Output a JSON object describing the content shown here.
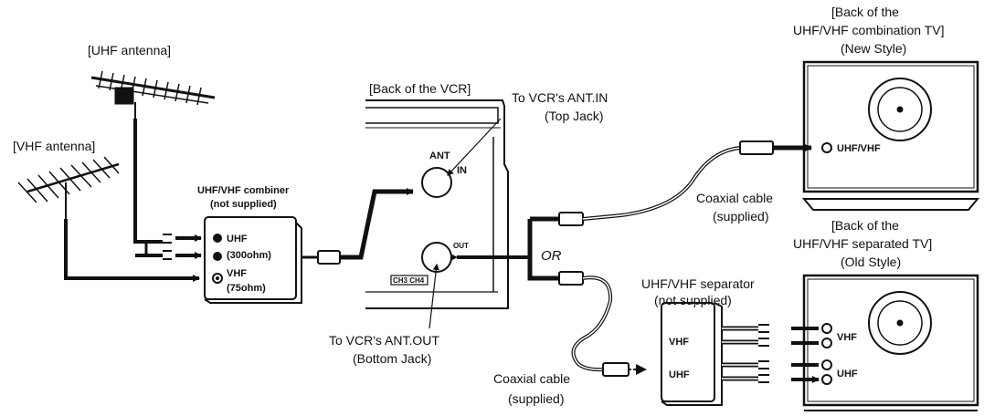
{
  "uhf_antenna_label": "[UHF antenna]",
  "vhf_antenna_label": "[VHF antenna]",
  "combiner": {
    "title_line1": "UHF/VHF combiner",
    "title_line2": "(not supplied)",
    "uhf_port": "UHF",
    "uhf_ohm": "(300ohm)",
    "vhf_port": "VHF",
    "vhf_ohm": "(75ohm)"
  },
  "vcr": {
    "title": "[Back of the VCR]",
    "ant_line1": "ANT",
    "ant_line2": "IN",
    "out_label": "OUT",
    "ch_label": "CH3 CH4",
    "ant_in_callout_line1": "To VCR's ANT.IN",
    "ant_in_callout_line2": "(Top Jack)",
    "ant_out_callout_line1": "To VCR's ANT.OUT",
    "ant_out_callout_line2": "(Bottom Jack)"
  },
  "tv_new": {
    "title_line1": "[Back of the",
    "title_line2": "UHF/VHF combination TV]",
    "title_line3": "(New Style)",
    "port_label": "UHF/VHF"
  },
  "tv_old": {
    "title_line1": "[Back of the",
    "title_line2": "UHF/VHF separated TV]",
    "title_line3": "(Old Style)",
    "vhf_label": "VHF",
    "uhf_label": "UHF"
  },
  "or_label": "OR",
  "coax_top_line1": "Coaxial cable",
  "coax_top_line2": "(supplied)",
  "coax_bottom_line1": "Coaxial cable",
  "coax_bottom_line2": "(supplied)",
  "separator": {
    "title_line1": "UHF/VHF separator",
    "title_line2": "(not supplied)",
    "vhf_label": "VHF",
    "uhf_label": "UHF"
  }
}
